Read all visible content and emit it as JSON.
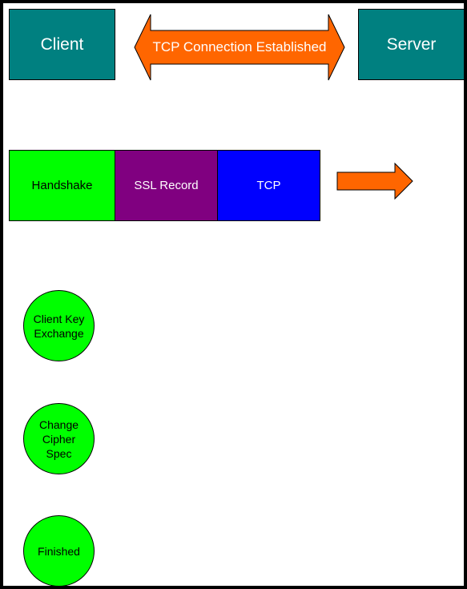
{
  "colors": {
    "endpoint": "#008080",
    "handshake": "#00ff00",
    "ssl_record": "#800080",
    "tcp": "#0000ff",
    "arrow": "#ff6600",
    "message": "#00ff00"
  },
  "diagram": {
    "client": "Client",
    "server": "Server",
    "connection": "TCP Connection Established",
    "record": {
      "handshake": "Handshake",
      "ssl_record": "SSL Record",
      "tcp": "TCP"
    },
    "messages": [
      "Client Key Exchange",
      "Change Cipher Spec",
      "Finished"
    ]
  }
}
